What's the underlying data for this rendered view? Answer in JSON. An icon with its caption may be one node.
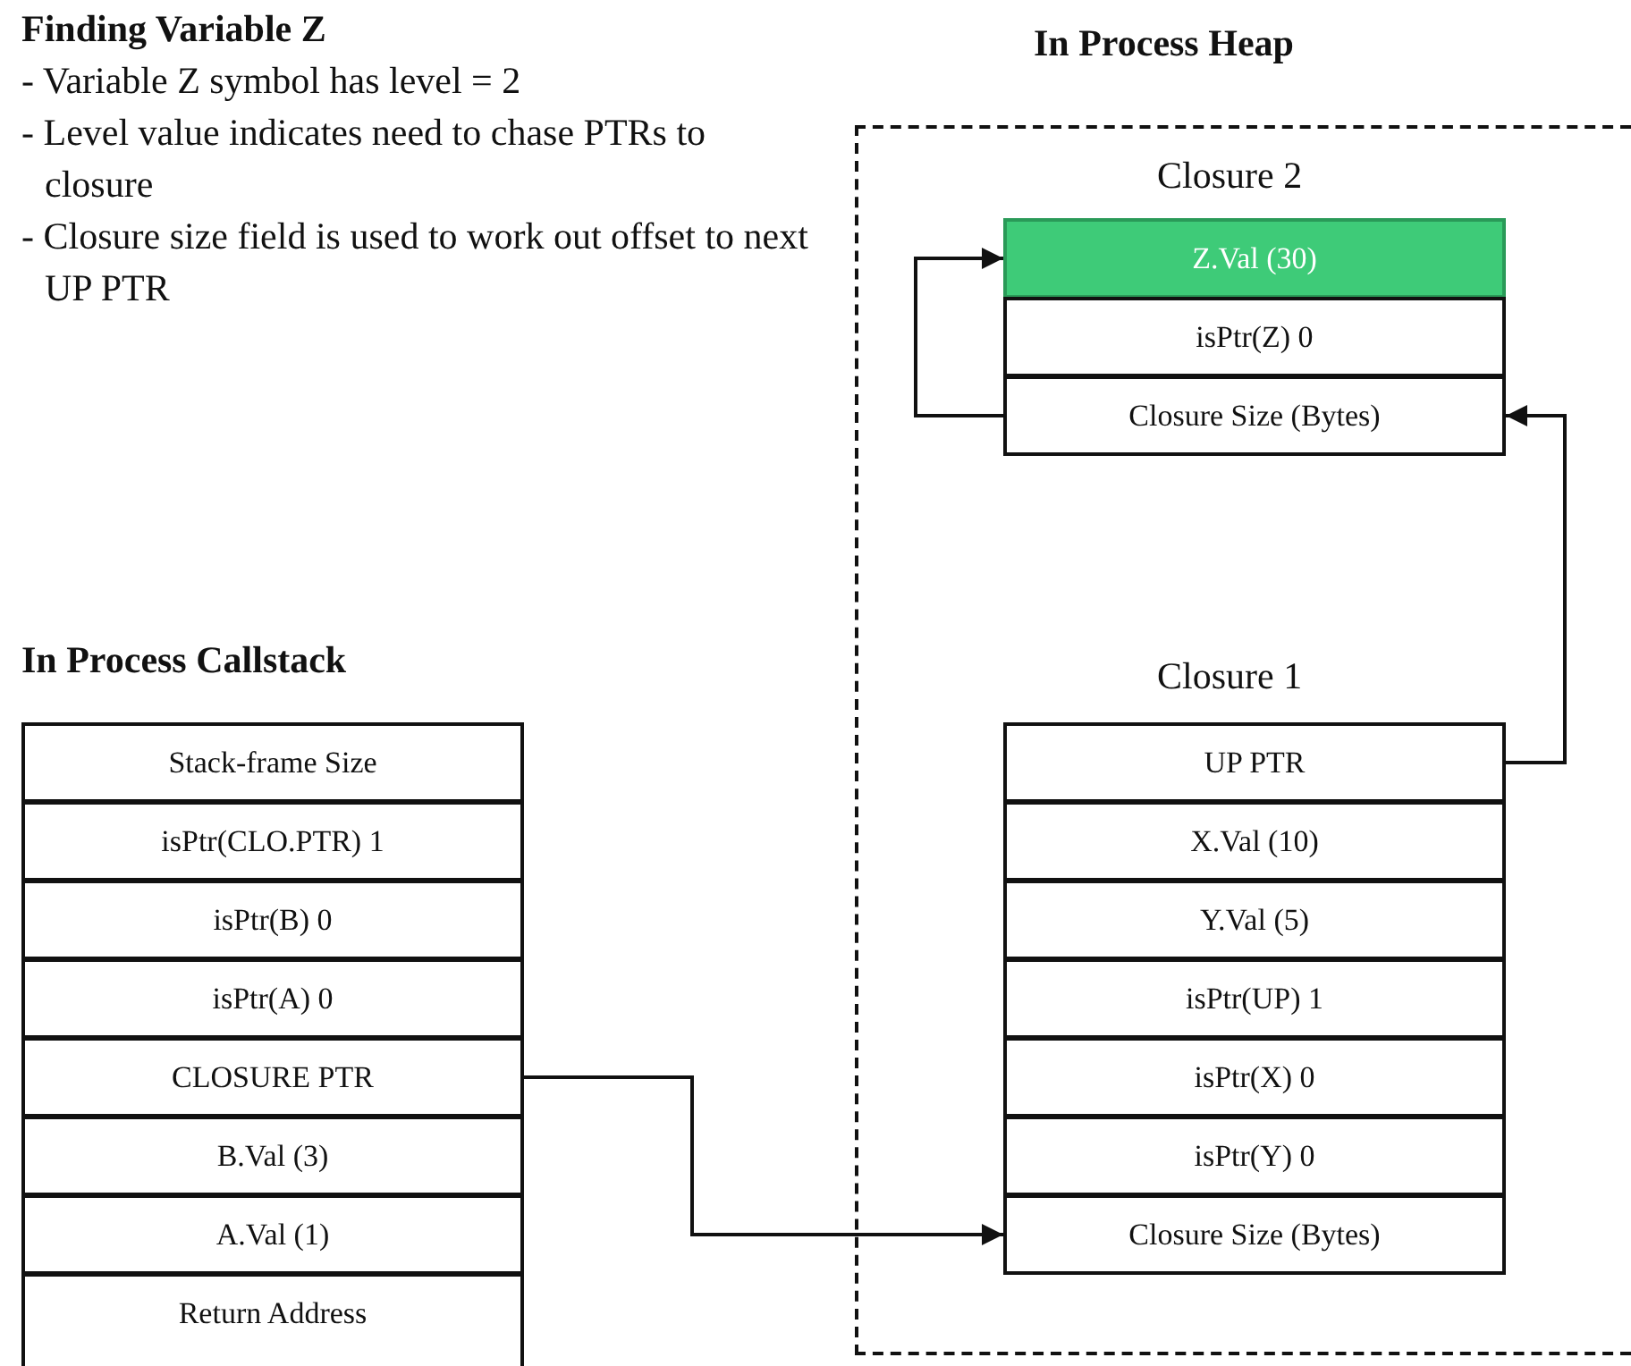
{
  "diagram": {
    "nodes": [
      {
        "text": [
          "In Process Heap"
        ]
      },
      {
        "text": [
          "Z.Val (30)"
        ],
        "in": 0
      },
      {
        "text": [
          "isPtr(Z) 0"
        ],
        "in": 0
      },
      {
        "text": [
          "Closure Size (Bytes)"
        ],
        "in": 0
      },
      {
        "text": [
          "UP PTR"
        ],
        "in": 0
      },
      {
        "text": [
          "X.Val (10)"
        ],
        "in": 0
      },
      {
        "text": [
          "Y.Val (5)"
        ],
        "in": 0
      },
      {
        "text": [
          "isPtr(UP) 1"
        ],
        "in": 0
      },
      {
        "text": [
          "isPtr(X) 0"
        ],
        "in": 0
      },
      {
        "text": [
          "isPtr(Y) 0"
        ],
        "in": 0
      },
      {
        "text": [
          "Closure Size (Bytes)"
        ],
        "in": 0
      },
      {
        "text": [
          "Stack-frame Size"
        ]
      },
      {
        "text": [
          "isPtr(CLO.PTR) 1"
        ]
      },
      {
        "text": [
          "isPtr(B) 0"
        ]
      },
      {
        "text": [
          "isPtr(A) 0"
        ]
      },
      {
        "text": [
          "CLOSURE PTR"
        ]
      },
      {
        "text": [
          "B.Val (3)"
        ]
      },
      {
        "text": [
          "A.Val (1)"
        ]
      },
      {
        "text": [
          "Return Address"
        ]
      }
    ],
    "edges": [
      {
        "from": 3,
        "to": 1,
        "arrow": "to"
      },
      {
        "from": 4,
        "to": 3,
        "arrow": "to"
      },
      {
        "from": 15,
        "to": 10,
        "arrow": "to"
      }
    ],
    "labels": [
      "Finding Variable Z",
      "- Variable Z symbol has level = 2",
      "- Level value indicates need to chase PTRs to closure",
      "- Closure size field is used to work out offset to next UP PTR",
      "Closure 2",
      "In Process Callstack",
      "Closure 1"
    ]
  }
}
